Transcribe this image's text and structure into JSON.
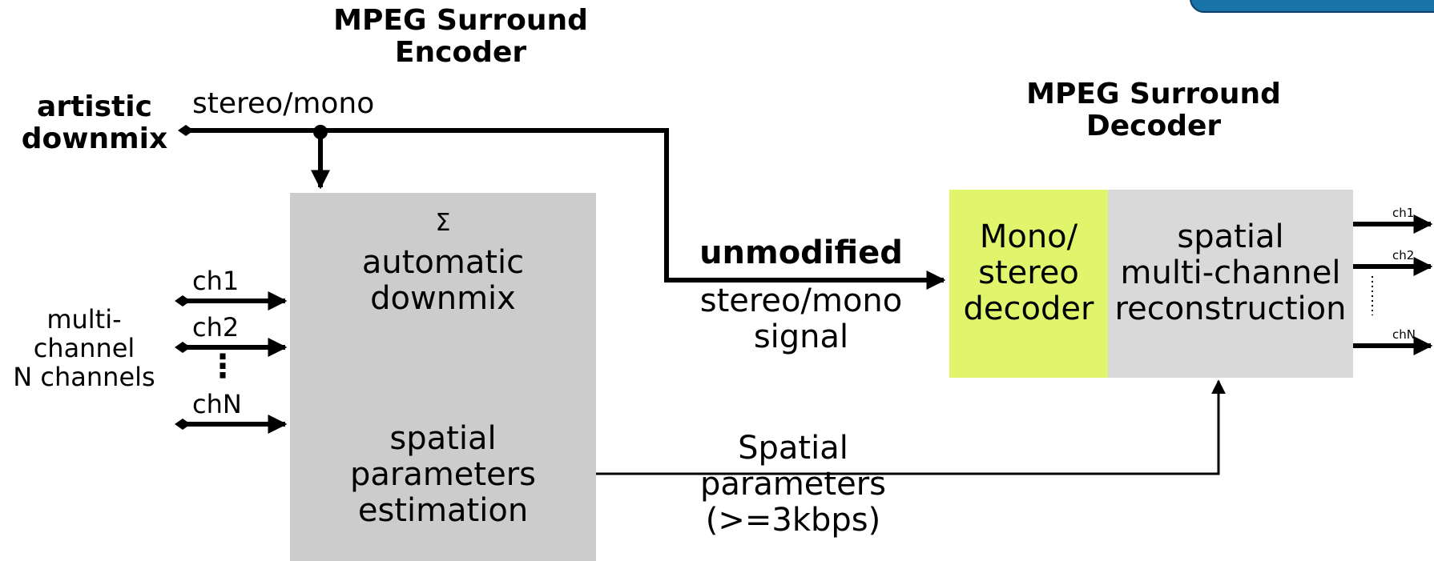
{
  "encoder": {
    "title_line1": "MPEG Surround",
    "title_line2": "Encoder",
    "sum_symbol": "Σ",
    "auto_downmix_line1": "automatic",
    "auto_downmix_line2": "downmix",
    "spatial_est_line1": "spatial",
    "spatial_est_line2": "parameters",
    "spatial_est_line3": "estimation"
  },
  "inputs": {
    "artistic_line1": "artistic",
    "artistic_line2": "downmix",
    "stereo_mono": "stereo/mono",
    "multichannel_line1": "multi-",
    "multichannel_line2": "channel",
    "multichannel_line3": "N channels",
    "channels": [
      "ch1",
      "ch2",
      "chN"
    ],
    "ellipsis": "⋮"
  },
  "transmission": {
    "unmodified": "unmodified",
    "signal_line1": "stereo/mono",
    "signal_line2": "signal",
    "spatial_line1": "Spatial",
    "spatial_line2": "parameters",
    "spatial_line3": "(>=3kbps)"
  },
  "decoder": {
    "title_line1": "MPEG Surround",
    "title_line2": "Decoder",
    "core_line1": "Mono/",
    "core_line2": "stereo",
    "core_line3": "decoder",
    "recon_line1": "spatial",
    "recon_line2": "multi-channel",
    "recon_line3": "reconstruction",
    "outputs": [
      "ch1",
      "ch2",
      "chN"
    ]
  },
  "colors": {
    "encoder_block": "#cccccc",
    "core_decoder": "#e0f56b",
    "recon_block": "#d9d9d9",
    "logo": "#1a73a8"
  }
}
